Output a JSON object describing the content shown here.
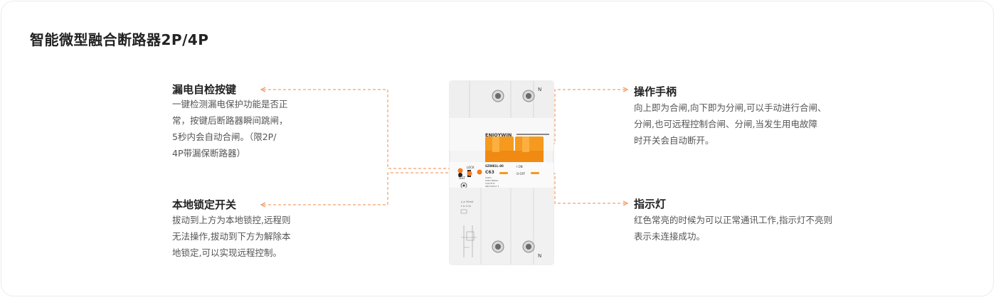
{
  "page": {
    "title": "智能微型融合断路器2P/4P"
  },
  "annotations": {
    "leakage_test": {
      "heading": "漏电自检按键",
      "body": "一键检测漏电保护功能是否正\n常，按键后断路器瞬间跳闸，\n5秒内会自动合闸。（限2P/\n4P带漏保断路器）"
    },
    "local_lock": {
      "heading": "本地锁定开关",
      "body": "拔动到上方为本地锁控,远程则\n无法操作,拔动到下方为解除本\n地锁定,可以实现远程控制。"
    },
    "handle": {
      "heading": "操作手柄",
      "body": "向上即为合闸,向下即为分闸,可以手动进行合闸、\n分闸,也可远程控制合闸、分闸,当发生用电故障\n时开关会自动断开。"
    },
    "indicator": {
      "heading": "指示灯",
      "body": "红色常亮的时候为可以正常通讯工作,指示灯不亮则\n表示未连接成功。"
    }
  },
  "product": {
    "brand": "ENJOYWIN",
    "model": "SZWB1L-80",
    "rating": "C63",
    "lock_label": "LOCK",
    "test_label": "TEST",
    "on_label": "I  ON",
    "off_label": "O OFF",
    "terminal_n": "N",
    "spec_lines": [
      "230V~",
      "50Hz  6000A",
      "CQC/TÜV",
      "GB/T10917.1"
    ],
    "leak_lines": [
      "I△n  30mA",
      "t  ≤  0.1s"
    ]
  },
  "colors": {
    "accent": "#f47b20",
    "handle": "#f59a1e",
    "dash": "#f0884a",
    "text_dark": "#222222",
    "text_body": "#555555"
  }
}
